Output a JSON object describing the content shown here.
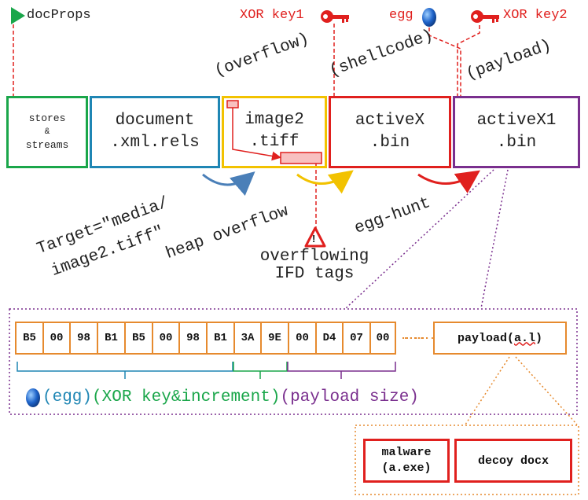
{
  "labels": {
    "docprops": "docProps",
    "xor_key1": "XOR key1",
    "egg": "egg",
    "xor_key2": "XOR key2",
    "overflow": "(overflow)",
    "shellcode": "(shellcode)",
    "payload": "(payload)",
    "target": "Target=\"media/",
    "target2": "image2.tiff\"",
    "heap_overflow": "heap overflow",
    "egg_hunt": "egg-hunt",
    "ifd1": "overflowing",
    "ifd2": "IFD tags",
    "warning": "!"
  },
  "files": {
    "stores": [
      "stores",
      "&",
      "streams"
    ],
    "document": [
      "document",
      ".xml.rels"
    ],
    "image2": [
      "image2",
      ".tiff"
    ],
    "activex": [
      "activeX",
      ".bin"
    ],
    "activex1": [
      "activeX1",
      ".bin"
    ]
  },
  "hex_bytes": [
    "B5",
    "00",
    "98",
    "B1",
    "B5",
    "00",
    "98",
    "B1",
    "3A",
    "9E",
    "00",
    "D4",
    "07",
    "00"
  ],
  "ellipsis": "......",
  "payload_box": {
    "prefix": "payload(",
    "name": "a.l",
    "suffix": ")"
  },
  "legend": {
    "egg": "(egg)",
    "xor": "(XOR key&increment)",
    "size": "(payload size)"
  },
  "outputs": {
    "malware": [
      "malware",
      "(a.exe)"
    ],
    "decoy": "decoy docx"
  },
  "colors": {
    "green": "#1aa64a",
    "teal": "#1f86b4",
    "yellow": "#f2c200",
    "red": "#e0201e",
    "purple": "#7a2f8e",
    "orange": "#e68a2e",
    "blue_arrow": "#4a7fb8",
    "egg_blue": "#1e63c9"
  }
}
